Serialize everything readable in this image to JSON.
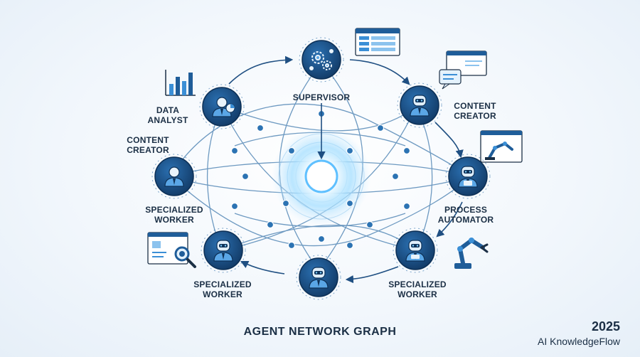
{
  "diagram": {
    "title": "AGENT NETWORK GRAPH",
    "year": "2025",
    "brand": "AI KnowledgeFlow",
    "colors": {
      "accent": "#1f5d99",
      "node_dark": "#15406e",
      "line": "#3f79ad",
      "hub_glow": "#7fd0ff"
    },
    "nodes": {
      "supervisor": {
        "label_line1": "SUPERVISOR",
        "icon": "gears-icon"
      },
      "data_analyst": {
        "label_line1": "DATA",
        "label_line2": "ANALYST",
        "icon": "analyst-icon"
      },
      "content_creator_right": {
        "label_line1": "CONTENT",
        "label_line2": "CREATOR",
        "icon": "robot-head-icon"
      },
      "content_creator_left": {
        "label_line1": "CONTENT",
        "label_line2": "CREATOR"
      },
      "worker_left": {
        "label_line1": "SPECIALIZED",
        "label_line2": "WORKER",
        "icon": "worker-icon"
      },
      "process_automator": {
        "label_line1": "PROCESS",
        "label_line2": "AUTOMATOR",
        "icon": "robot-icon"
      },
      "worker_bottom_left": {
        "label_line1": "SPECIALIZED",
        "label_line2": "WORKER",
        "icon": "robot-suit-icon"
      },
      "worker_bottom_right": {
        "label_line1": "SPECIALIZED",
        "label_line2": "WORKER",
        "icon": "robot-suit-icon"
      },
      "worker_bottom": {
        "icon": "robot-suit-icon"
      }
    }
  }
}
